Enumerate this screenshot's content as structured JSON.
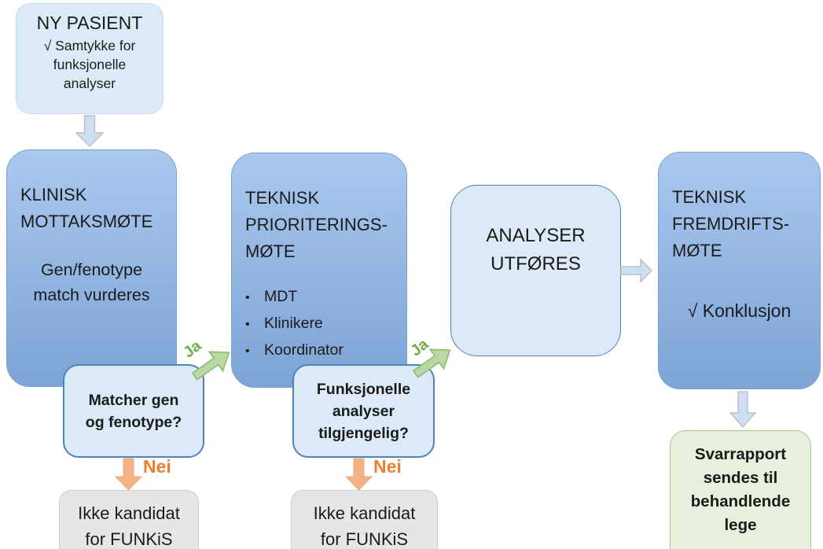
{
  "boxes": {
    "ny_pasient": {
      "title": "NY PASIENT",
      "subtitle": "√ Samtykke for\nfunksjonelle\nanalyser"
    },
    "klinisk_mottaksmote": {
      "title": "KLINISK\nMOTTAKSMØTE",
      "body": "Gen/fenotype\nmatch vurderes"
    },
    "teknisk_prioriteringsmote": {
      "title": "TEKNISK\nPRIORITERINGS-\nMØTE",
      "bullets": [
        "MDT",
        "Klinikere",
        "Koordinator"
      ]
    },
    "analyser_utfores": {
      "title": "ANALYSER\nUTFØRES"
    },
    "teknisk_fremdriftsmote": {
      "title": "TEKNISK\nFREMDRIFTS-\nMØTE",
      "body": "√ Konklusjon"
    },
    "svarrapport": {
      "label": "Svarrapport\nsendes til\nbehandlende\nlege"
    },
    "decision_gen_fenotype": {
      "label": "Matcher gen\nog fenotype?"
    },
    "decision_funksjonelle": {
      "label": "Funksjonelle\nanalyser\ntilgjengelig?"
    },
    "ikke_kandidat_1": {
      "label": "Ikke kandidat\nfor FUNKiS"
    },
    "ikke_kandidat_2": {
      "label": "Ikke kandidat\nfor FUNKiS"
    }
  },
  "labels": {
    "yes": "Ja",
    "no": "Nei"
  },
  "colors": {
    "light_blue_fill": "#dce9f6",
    "gradient_top": "#aac8ee",
    "gradient_bottom": "#7da4d5",
    "box_border_blue": "#4f81bd",
    "green_fill": "#e7f0dd",
    "green_border": "#a9c98f",
    "gray_fill": "#e7e6e6",
    "yes_green": "#70ad47",
    "no_orange": "#ed7d31",
    "arrow_green_fill": "#b9d8a4",
    "arrow_orange_fill": "#f4b183",
    "arrow_blue_fill": "#cfdff2"
  }
}
